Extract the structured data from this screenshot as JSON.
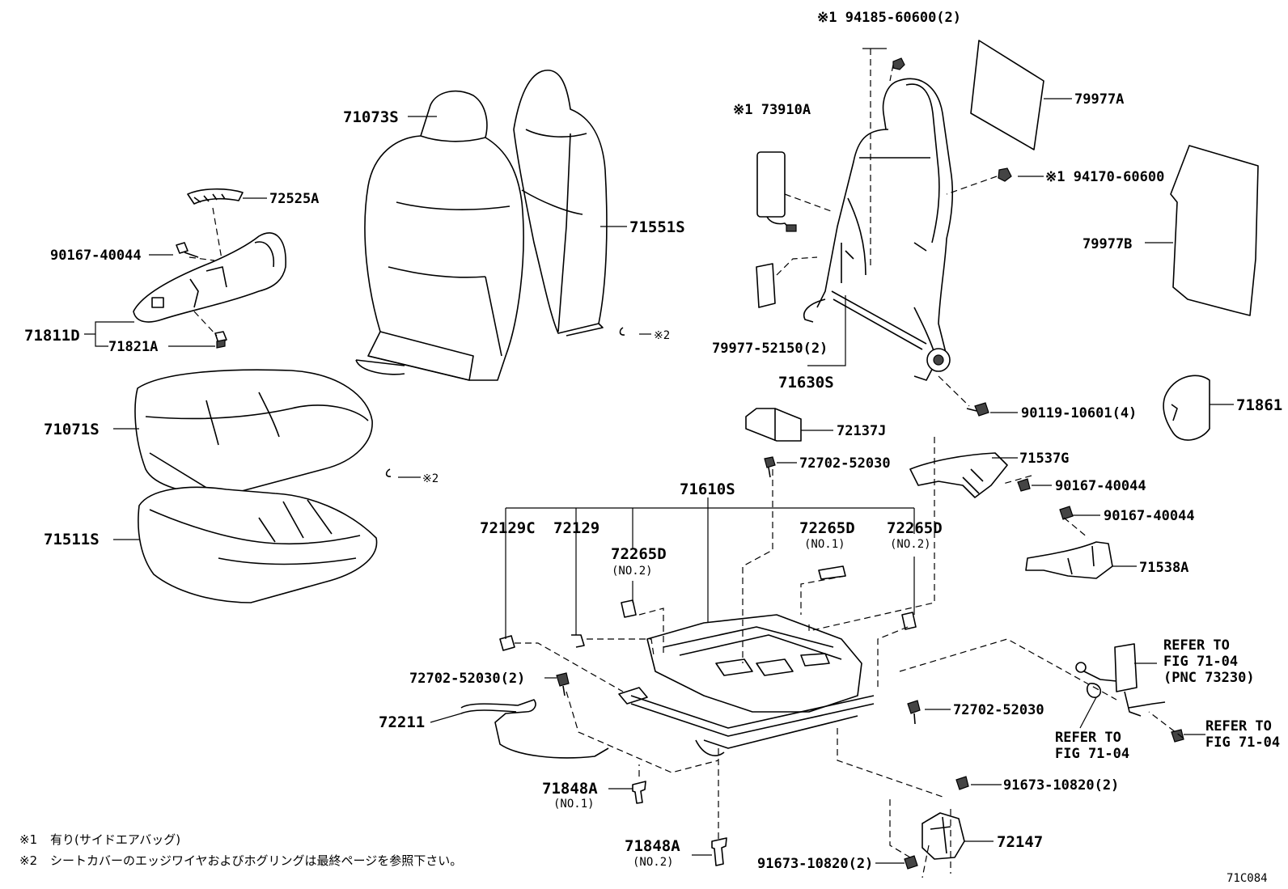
{
  "diagram": {
    "code": "71C084",
    "notes": [
      {
        "mark": "※1",
        "text": "有り(サイドエアバッグ)"
      },
      {
        "mark": "※2",
        "text": "シートカバーのエッジワイヤおよびホグリングは最終ページを参照下さい。"
      }
    ],
    "labels": {
      "p71073S": "71073S",
      "p72525A": "72525A",
      "p90167_40044_a": "90167-40044",
      "p71811D": "71811D",
      "p71821A": "71821A",
      "p71551S": "71551S",
      "mark2_a": "※2",
      "p71071S": "71071S",
      "p71511S": "71511S",
      "mark2_b": "※2",
      "p94185": "※1 94185-60600(2)",
      "p73910A": "※1 73910A",
      "p79977A": "79977A",
      "p94170": "※1 94170-60600",
      "p79977B": "79977B",
      "p79977_52150": "79977-52150(2)",
      "p71630S": "71630S",
      "p90119": "90119-10601(4)",
      "p71861": "71861",
      "p72137J": "72137J",
      "p72702_a": "72702-52030",
      "p71537G": "71537G",
      "p90167_40044_b": "90167-40044",
      "p90167_40044_c": "90167-40044",
      "p71538A": "71538A",
      "p71610S": "71610S",
      "p72129C": "72129C",
      "p72129": "72129",
      "p72265D_a": "72265D",
      "no2_a": "(NO.2)",
      "p72265D_b": "72265D",
      "no1_b": "(NO.1)",
      "p72265D_c": "72265D",
      "no2_c": "(NO.2)",
      "p72702_b": "72702-52030(2)",
      "p72211": "72211",
      "p72702_c": "72702-52030",
      "p71848A_1": "71848A",
      "no1_71848": "(NO.1)",
      "p71848A_2": "71848A",
      "no2_71848": "(NO.2)",
      "p91673_a": "91673-10820(2)",
      "p72147": "72147",
      "p91673_b": "91673-10820(2)",
      "refer_a1": "REFER TO",
      "refer_a2": "FIG 71-04",
      "refer_a3": "(PNC 73230)",
      "refer_b1": "REFER TO",
      "refer_b2": "FIG 71-04",
      "refer_c1": "REFER TO",
      "refer_c2": "FIG 71-04"
    }
  }
}
